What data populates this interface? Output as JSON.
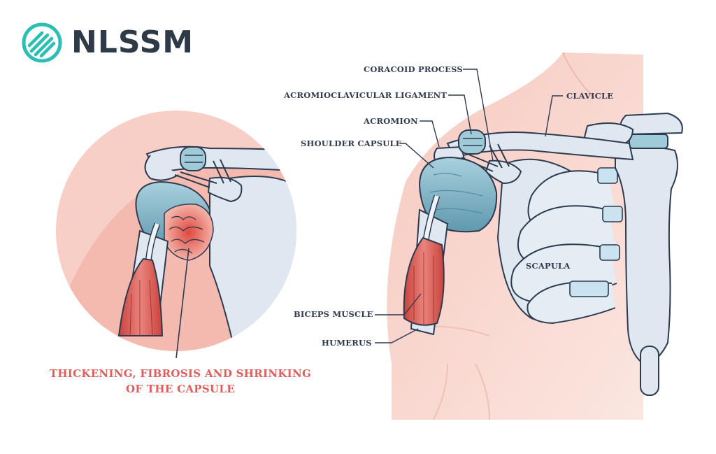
{
  "logo": {
    "text": "NLSSM",
    "icon": "nlssm-logo-icon",
    "accent": "#2bbfb3"
  },
  "labels": {
    "coracoid_process": "CORACOID PROCESS",
    "acromioclavicular_ligament": "ACROMIOCLAVICULAR LIGAMENT",
    "acromion": "ACROMION",
    "shoulder_capsule": "SHOULDER CAPSULE",
    "clavicle": "CLAVICLE",
    "scapula": "SCAPULA",
    "biceps_muscle": "BICEPS MUSCLE",
    "humerus": "HUMERUS"
  },
  "caption": {
    "line1": "THICKENING, FIBROSIS AND SHRINKING",
    "line2": "OF THE CAPSULE",
    "color": "#e05d5d"
  },
  "colors": {
    "bone": "#dfe8f1",
    "bone_outline": "#2f3a4f",
    "capsule": "#7fb3c6",
    "skin": "#f8d3ca",
    "muscle": "#d9564f"
  }
}
